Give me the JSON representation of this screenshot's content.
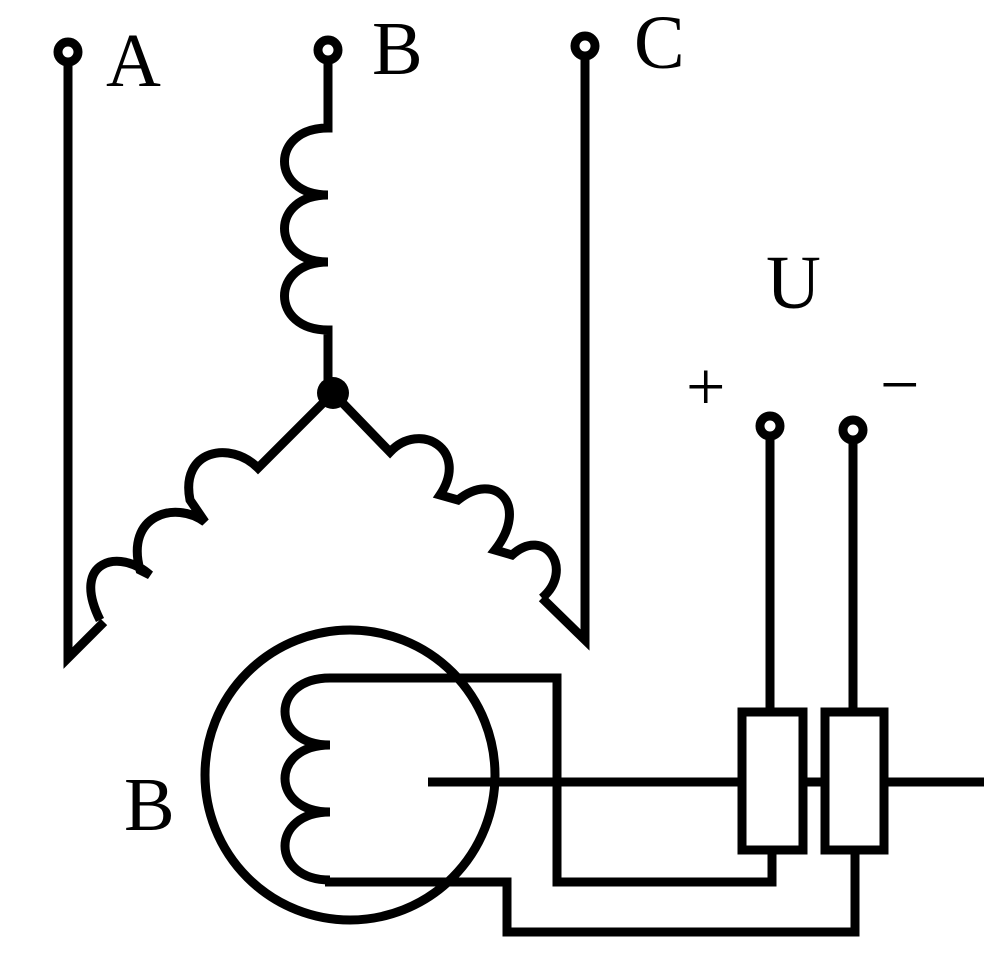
{
  "labels": {
    "terminal_a": "A",
    "terminal_b": "B",
    "terminal_c": "C",
    "voltage": "U",
    "plus": "+",
    "minus": "−",
    "generator": "B"
  },
  "colors": {
    "stroke": "#000000",
    "background": "#ffffff"
  }
}
